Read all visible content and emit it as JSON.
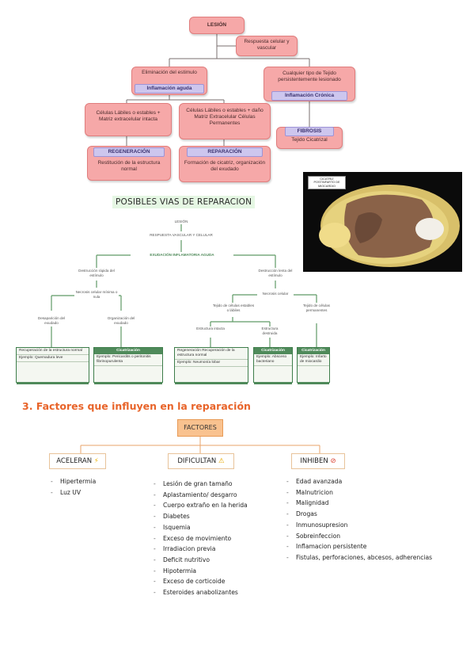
{
  "flow": {
    "lesion": "LESIÓN",
    "respuesta": "Respuesta celular y vascular",
    "eliminacion": "Eliminación del estimulo",
    "infl_aguda": "Inflamación aguda",
    "tejido_lesionado": "Cualquier tipo de Tejido persistentemente lesionado",
    "infl_cronica": "Inflamación Crónica",
    "celulas_intacta": "Células Lábiles o estables + Matriz extracelular intacta",
    "celulas_danada": "Células Lábiles o estables + daño Matriz Extracelular Células Permanentes",
    "fibrosis": "FIBROSIS",
    "tejido_cicatrizal": "Tejido Cicatrizal",
    "regeneracion": "REGENERACIÓN",
    "restitucion": "Restitución de la estructura normal",
    "reparacion": "REPARACIÓN",
    "formacion": "Formación de cicatriz, organización del exudado"
  },
  "photo": {
    "caption": "CICATRIZ POSTINFARTO DE MIOCARDIO"
  },
  "vias": {
    "title": "POSIBLES VIAS DE REPARACION",
    "lesion": "LESIÓN",
    "respuesta": "RESPUESTA VASCULAR Y CELULAR",
    "exudacion": "EXUDACIÓN INFLAMATORIA AGUDA",
    "dest_rapida": "Destrucción rápida del estímulo",
    "dest_lenta": "Destrucción lenta del estímulo",
    "necrosis_min": "Necrosis celular mínima o nula",
    "necrosis": "Necrosis celular",
    "desaparicion": "Desaparición del exudado",
    "organizacion": "Organización del exudado",
    "tejido_labiles": "Tejido de células estables o lábiles",
    "tejido_perm": "Tejido de células permanentes",
    "estructura_intacta": "Estructura intacta",
    "estructura_destruida": "Estructura destruida",
    "box1": {
      "lines": [
        "Recuperación de la estructura normal",
        "Ejemplo: Quemadura leve"
      ]
    },
    "box2": {
      "head": "Cicatrización",
      "lines": [
        "Ejemplo: Pericardits o peritonitis fibrinopurulenta"
      ]
    },
    "box3": {
      "lines": [
        "Regeneración Recuperación de la estructura normal",
        "Ejemplo: Neumonía lobar"
      ]
    },
    "box4": {
      "head": "Cicatrización",
      "lines": [
        "Ejemplo: Absceso bacteriano"
      ]
    },
    "box5": {
      "head": "Cicatrización",
      "lines": [
        "Ejemplo: Infarto de miocardio"
      ]
    }
  },
  "factores": {
    "section_title": "3. Factores que influyen en la reparación",
    "box": "FACTORES",
    "aceleran": {
      "label": "ACELERAN",
      "icon": "lightning-icon",
      "items": [
        "Hipertermia",
        "Luz UV"
      ]
    },
    "dificultan": {
      "label": "DIFICULTAN",
      "icon": "warning-icon",
      "items": [
        "Lesión de gran tamaño",
        "Aplastamiento/ desgarro",
        "Cuerpo extraño en la herida",
        "Diabetes",
        "Isquemia",
        "Exceso de movimiento",
        "Irradiacion previa",
        "Deficit nutritivo",
        "Hipotermia",
        "Exceso de corticoide",
        "Esteroides anabolizantes"
      ]
    },
    "inhiben": {
      "label": "INHIBEN",
      "icon": "prohibited-icon",
      "items": [
        "Edad avanzada",
        "Malnutricion",
        "Malignidad",
        "Drogas",
        "Inmunosupresion",
        "Sobreinfeccion",
        "Inflamacion persistente",
        "Fistulas, perforaciones, abcesos, adherencias"
      ]
    }
  },
  "colors": {
    "pink": "#f6a8a8",
    "lavender": "#cdc6ee",
    "green": "#4f8a5a",
    "orange": "#e8642a",
    "peach": "#f9c28f"
  }
}
